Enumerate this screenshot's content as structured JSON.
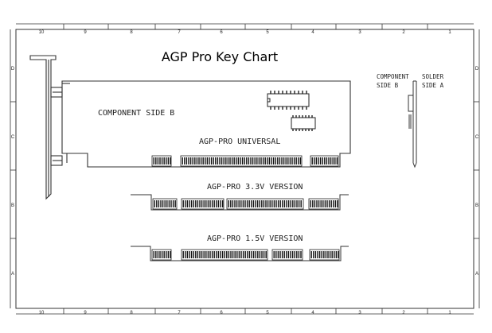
{
  "title": "AGP Pro Key Chart",
  "labels": {
    "component_side_b": "COMPONENT SIDE B",
    "universal": "AGP-PRO UNIVERSAL",
    "v33": "AGP-PRO 3.3V VERSION",
    "v15": "AGP-PRO 1.5V VERSION",
    "side_component": "COMPONENT",
    "side_component_sub": "SIDE B",
    "side_solder": "SOLDER",
    "side_solder_sub": "SIDE A"
  },
  "frame": {
    "column_numbers": [
      "10",
      "9",
      "8",
      "7",
      "6",
      "5",
      "4",
      "3",
      "2",
      "1"
    ],
    "row_letters": [
      "D",
      "C",
      "B",
      "A"
    ]
  }
}
